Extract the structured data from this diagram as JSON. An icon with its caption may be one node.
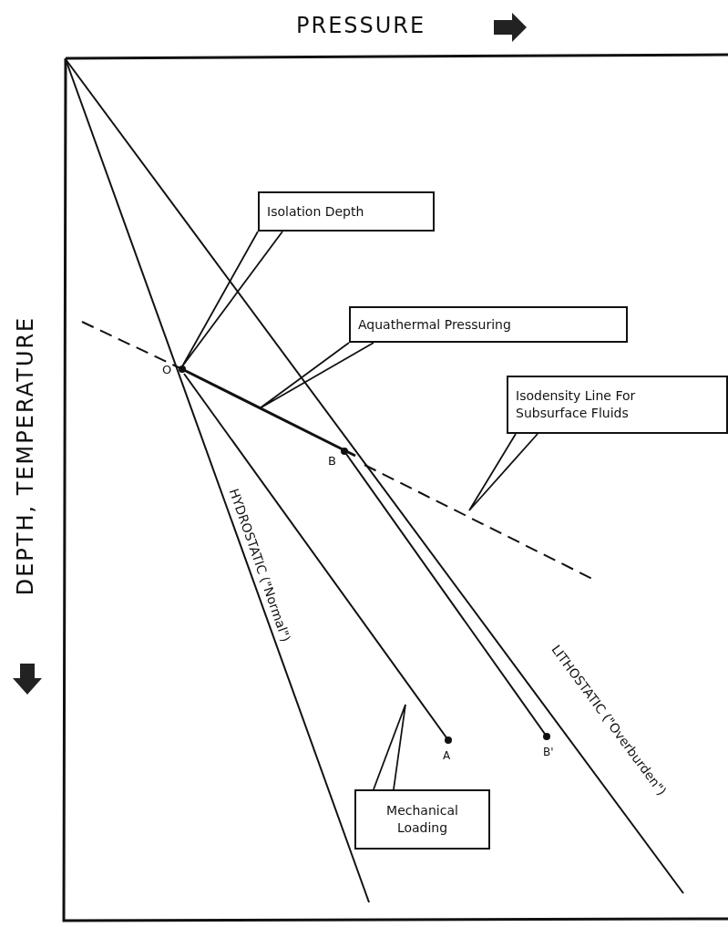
{
  "diagram": {
    "nodes": [
      {
        "text": [
          "Isolation Depth"
        ]
      },
      {
        "text": [
          "Aquathermal Pressuring"
        ]
      },
      {
        "text": [
          "Isodensity Line For Subsurface Fluids"
        ]
      },
      {
        "text": [
          "Mechanical Loading"
        ]
      }
    ],
    "edges": [
      {
        "from": 0,
        "to": null,
        "arrow": "none"
      },
      {
        "from": 1,
        "to": null,
        "arrow": "none"
      },
      {
        "from": 2,
        "to": null,
        "arrow": "none"
      },
      {
        "from": 3,
        "to": null,
        "arrow": "none"
      }
    ],
    "labels": [
      "PRESSURE",
      "DEPTH, TEMPERATURE",
      "O",
      "B",
      "HYDROSTATIC (\"Normal\")",
      "LITHOSTATIC (\"Overburden\")",
      "A",
      "B'"
    ]
  }
}
